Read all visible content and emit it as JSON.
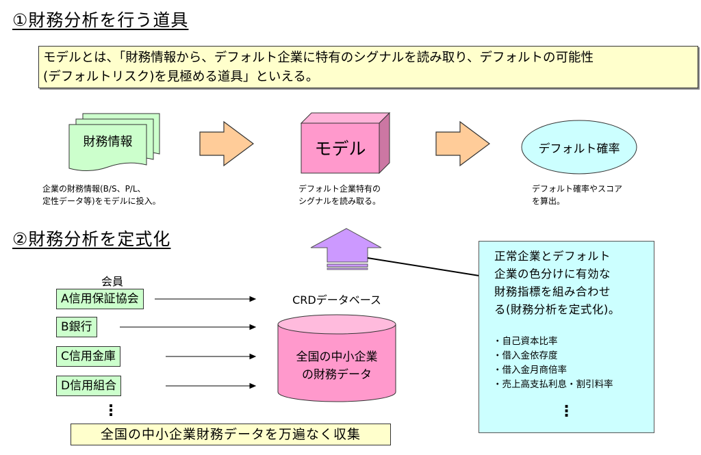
{
  "section1": {
    "heading": "①財務分析を行う道具",
    "intro_line1": "モデルとは、「財務情報から、デフォルト企業に特有のシグナルを読み取り、デフォルトの可能性",
    "intro_line2": "(デフォルトリスク)を見極める道具」といえる。",
    "flow": {
      "input": {
        "label": "財務情報",
        "caption_line1": "企業の財務情報(B/S、P/L、",
        "caption_line2": "定性データ等)をモデルに投入。"
      },
      "model": {
        "label": "モデル",
        "caption_line1": "デフォルト企業特有の",
        "caption_line2": "シグナルを読み取る。"
      },
      "output": {
        "label": "デフォルト確率",
        "caption_line1": "デフォルト確率やスコア",
        "caption_line2": "を算出。"
      }
    }
  },
  "section2": {
    "heading": "②財務分析を定式化",
    "members_label": "会員",
    "members": [
      {
        "label": "A信用保証協会"
      },
      {
        "label": "B銀行"
      },
      {
        "label": "C信用金庫"
      },
      {
        "label": "D信用組合"
      }
    ],
    "members_more": "⋮",
    "database": {
      "title": "CRDデータベース",
      "label_line1": "全国の中小企業",
      "label_line2": "の財務データ"
    },
    "collect_banner": "全国の中小企業財務データを万遍なく収集",
    "note": {
      "lines": [
        "正常企業とデフォルト",
        "企業の色分けに有効な",
        "財務指標を組み合わせ",
        "る(財務分析を定式化)。"
      ],
      "indicators": [
        "・自己資本比率",
        "・借入金依存度",
        "・借入金月商倍率",
        "・売上高支払利息・割引料率"
      ],
      "more": "⋮"
    }
  },
  "colors": {
    "doc_green": "#ccffcc",
    "arrow_orange": "#ffcc99",
    "model_pink": "#ff99cc",
    "ellipse_cyan": "#ccffff",
    "up_arrow_purple": "#cc99ff",
    "banner_yellow": "#ffffcc",
    "note_cyan": "#ccffff"
  }
}
